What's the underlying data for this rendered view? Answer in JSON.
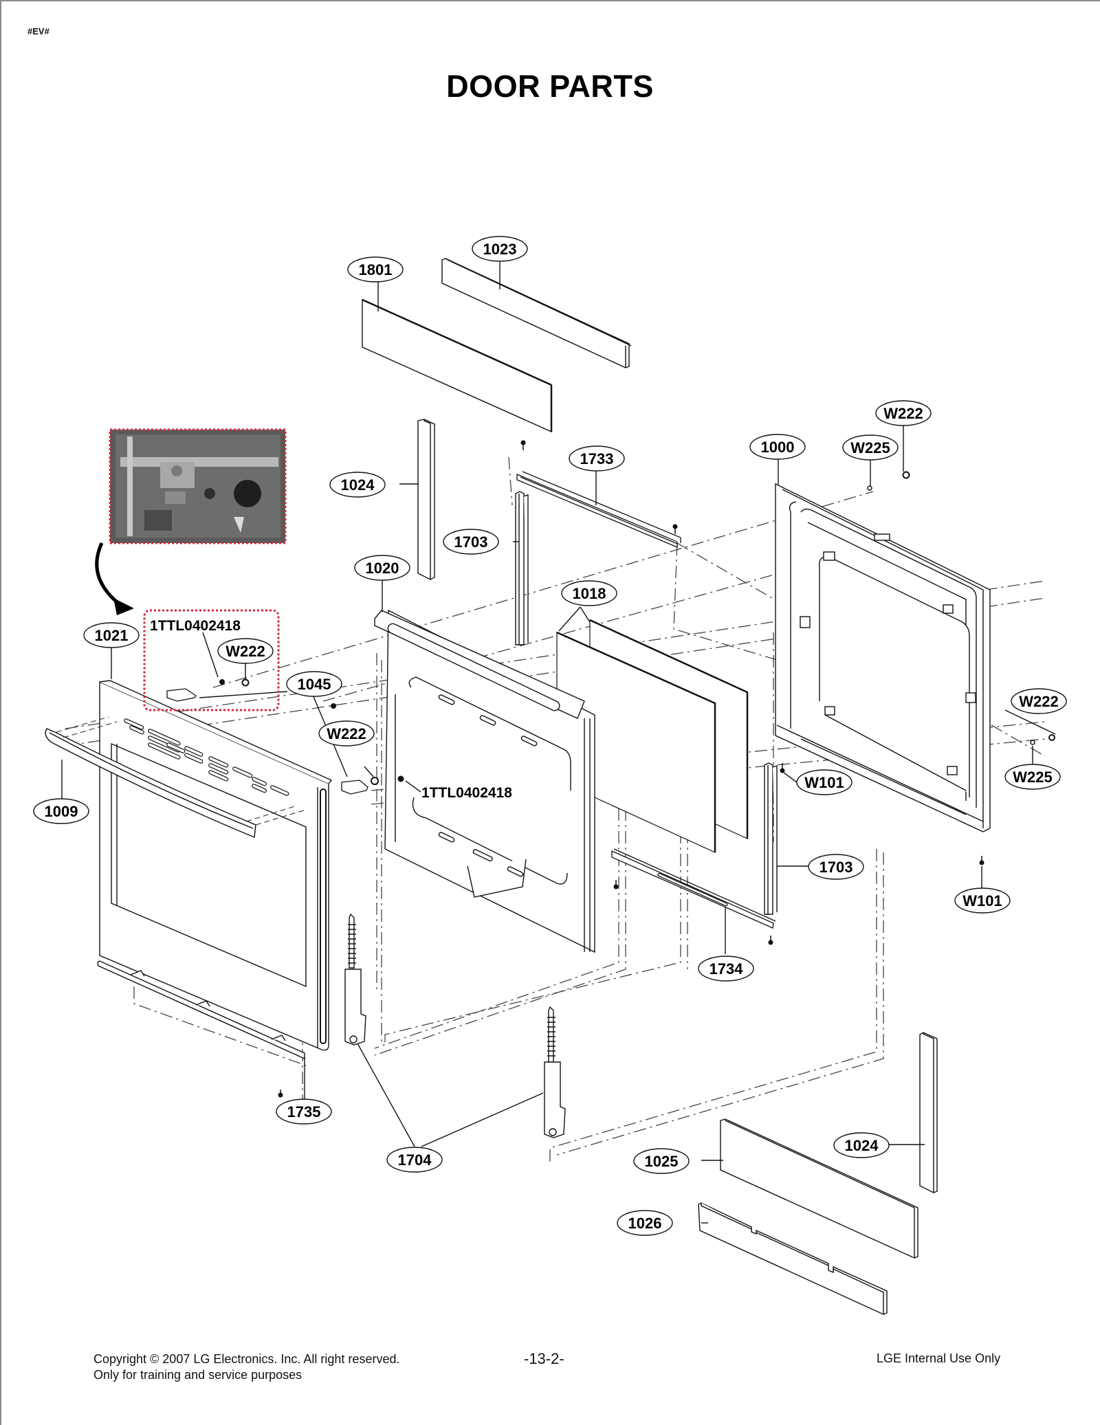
{
  "header": {
    "doc_code": "#EV#",
    "title": "DOOR PARTS"
  },
  "diagram": {
    "type": "exploded-parts-view",
    "subject": "Oven door assembly",
    "callouts": [
      {
        "id": "1023",
        "label": "1023",
        "part": "top insulation strip"
      },
      {
        "id": "1801",
        "label": "1801",
        "part": "top insulation panel"
      },
      {
        "id": "1024a",
        "label": "1024",
        "part": "side insulation strip (left)"
      },
      {
        "id": "1733",
        "label": "1733",
        "part": "top glass holder rail"
      },
      {
        "id": "1703a",
        "label": "1703",
        "part": "side glass holder (left)"
      },
      {
        "id": "1000",
        "label": "1000",
        "part": "inner door frame"
      },
      {
        "id": "W225a",
        "label": "W225",
        "part": "washer (top)"
      },
      {
        "id": "W222a",
        "label": "W222",
        "part": "screw (top)"
      },
      {
        "id": "1020",
        "label": "1020",
        "part": "door inner panel"
      },
      {
        "id": "1018",
        "label": "1018",
        "part": "glass panels"
      },
      {
        "id": "1021",
        "label": "1021",
        "part": "door front panel"
      },
      {
        "id": "1045",
        "label": "1045",
        "part": "door bracket"
      },
      {
        "id": "W222b",
        "label": "W222",
        "part": "screw (inset)"
      },
      {
        "id": "W222c",
        "label": "W222",
        "part": "screw (bracket)"
      },
      {
        "id": "W222d",
        "label": "W222",
        "part": "screw (right)"
      },
      {
        "id": "W225b",
        "label": "W225",
        "part": "washer (right)"
      },
      {
        "id": "W101a",
        "label": "W101",
        "part": "screw (frame lower left)"
      },
      {
        "id": "W101b",
        "label": "W101",
        "part": "screw (frame lower right)"
      },
      {
        "id": "1009",
        "label": "1009",
        "part": "door handle"
      },
      {
        "id": "1703b",
        "label": "1703",
        "part": "side glass holder (right)"
      },
      {
        "id": "1734",
        "label": "1734",
        "part": "bottom glass holder rail"
      },
      {
        "id": "1735",
        "label": "1735",
        "part": "bottom trim"
      },
      {
        "id": "1704",
        "label": "1704",
        "part": "door hinges"
      },
      {
        "id": "1025",
        "label": "1025",
        "part": "bottom insulation panel"
      },
      {
        "id": "1024b",
        "label": "1024",
        "part": "side insulation strip (right)"
      },
      {
        "id": "1026",
        "label": "1026",
        "part": "bottom insulation strip"
      }
    ],
    "part_numbers": [
      {
        "id": "pn-inset",
        "label": "1TTL0402418"
      },
      {
        "id": "pn-main",
        "label": "1TTL0402418"
      }
    ],
    "inset": {
      "description": "photo detail of bracket mounting",
      "border_color": "#d0283c"
    },
    "colors": {
      "line": "#111111",
      "dashed_line": "#444444",
      "inset_border": "#d0283c"
    }
  },
  "footer": {
    "copyright": "Copyright © 2007 LG Electronics. Inc. All right reserved.",
    "notice": "Only for training and service purposes",
    "page_number": "-13-2-",
    "internal": "LGE Internal Use Only"
  }
}
